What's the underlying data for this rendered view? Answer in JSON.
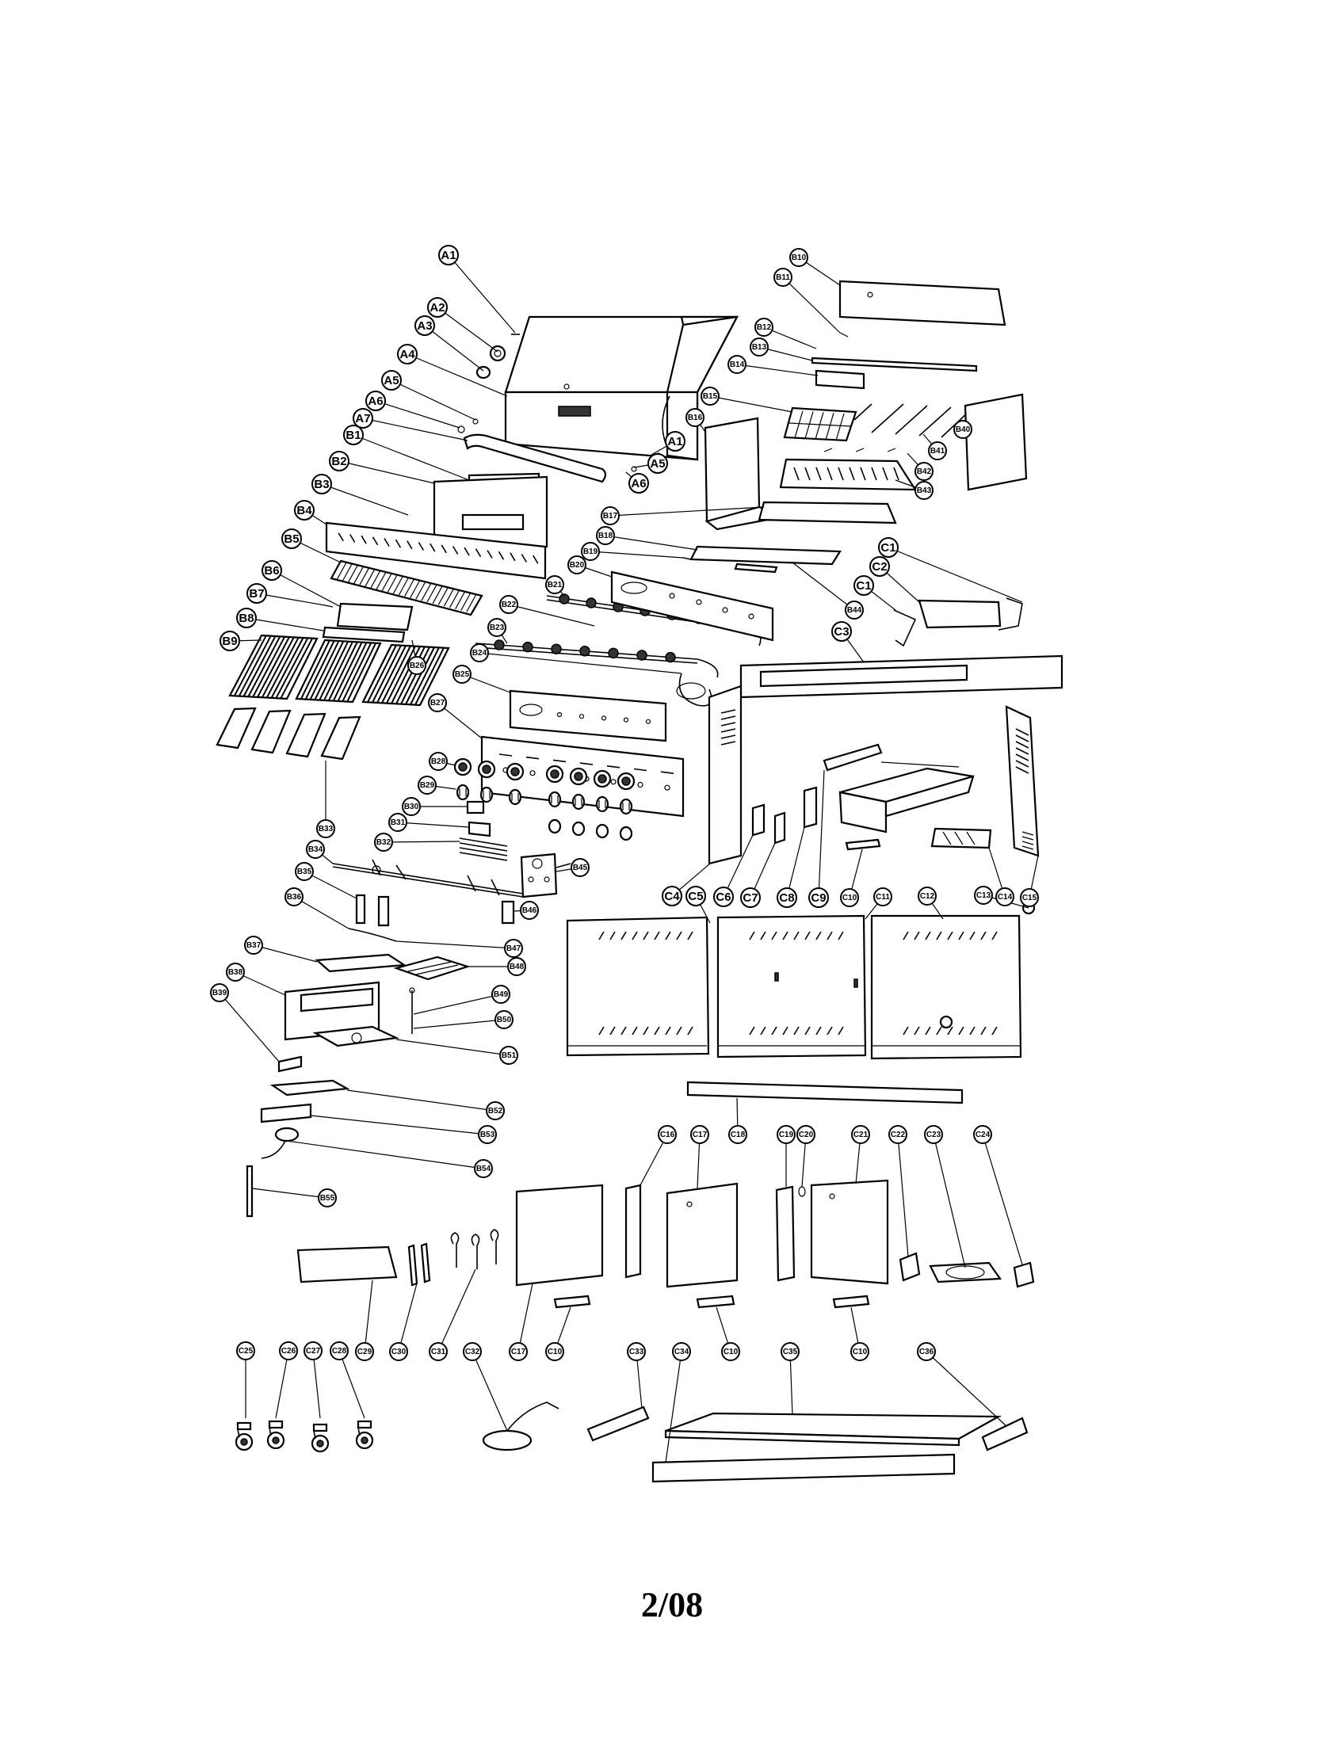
{
  "footer": {
    "text": "2/08"
  },
  "callouts": [
    {
      "id": "A1",
      "label": "A1",
      "size": "lg"
    },
    {
      "id": "A2",
      "label": "A2",
      "size": "lg"
    },
    {
      "id": "A3",
      "label": "A3",
      "size": "lg"
    },
    {
      "id": "A4",
      "label": "A4",
      "size": "lg"
    },
    {
      "id": "A5a",
      "label": "A5",
      "size": "lg"
    },
    {
      "id": "A6a",
      "label": "A6",
      "size": "lg"
    },
    {
      "id": "A7",
      "label": "A7",
      "size": "lg"
    },
    {
      "id": "A1b",
      "label": "A1",
      "size": "lg"
    },
    {
      "id": "A5b",
      "label": "A5",
      "size": "lg"
    },
    {
      "id": "A6b",
      "label": "A6",
      "size": "lg"
    },
    {
      "id": "B1",
      "label": "B1",
      "size": "lg"
    },
    {
      "id": "B2",
      "label": "B2",
      "size": "lg"
    },
    {
      "id": "B3",
      "label": "B3",
      "size": "lg"
    },
    {
      "id": "B4",
      "label": "B4",
      "size": "lg"
    },
    {
      "id": "B5",
      "label": "B5",
      "size": "lg"
    },
    {
      "id": "B6",
      "label": "B6",
      "size": "lg"
    },
    {
      "id": "B7",
      "label": "B7",
      "size": "lg"
    },
    {
      "id": "B8",
      "label": "B8",
      "size": "lg"
    },
    {
      "id": "B9",
      "label": "B9",
      "size": "lg"
    },
    {
      "id": "B10",
      "label": "B10",
      "size": "sm"
    },
    {
      "id": "B11",
      "label": "B11",
      "size": "sm"
    },
    {
      "id": "B12",
      "label": "B12",
      "size": "sm"
    },
    {
      "id": "B13",
      "label": "B13",
      "size": "sm"
    },
    {
      "id": "B14",
      "label": "B14",
      "size": "sm"
    },
    {
      "id": "B15",
      "label": "B15",
      "size": "sm"
    },
    {
      "id": "B16",
      "label": "B16",
      "size": "sm"
    },
    {
      "id": "B17",
      "label": "B17",
      "size": "sm"
    },
    {
      "id": "B18",
      "label": "B18",
      "size": "sm"
    },
    {
      "id": "B19",
      "label": "B19",
      "size": "sm"
    },
    {
      "id": "B20",
      "label": "B20",
      "size": "sm"
    },
    {
      "id": "B21",
      "label": "B21",
      "size": "sm"
    },
    {
      "id": "B22",
      "label": "B22",
      "size": "sm"
    },
    {
      "id": "B23",
      "label": "B23",
      "size": "sm"
    },
    {
      "id": "B24",
      "label": "B24",
      "size": "sm"
    },
    {
      "id": "B25",
      "label": "B25",
      "size": "sm"
    },
    {
      "id": "B26",
      "label": "B26",
      "size": "sm"
    },
    {
      "id": "B27",
      "label": "B27",
      "size": "sm"
    },
    {
      "id": "B28",
      "label": "B28",
      "size": "sm"
    },
    {
      "id": "B29",
      "label": "B29",
      "size": "sm"
    },
    {
      "id": "B30",
      "label": "B30",
      "size": "sm"
    },
    {
      "id": "B31",
      "label": "B31",
      "size": "sm"
    },
    {
      "id": "B32",
      "label": "B32",
      "size": "sm"
    },
    {
      "id": "B33",
      "label": "B33",
      "size": "sm"
    },
    {
      "id": "B34",
      "label": "B34",
      "size": "sm"
    },
    {
      "id": "B35",
      "label": "B35",
      "size": "sm"
    },
    {
      "id": "B36",
      "label": "B36",
      "size": "sm"
    },
    {
      "id": "B37",
      "label": "B37",
      "size": "sm"
    },
    {
      "id": "B38",
      "label": "B38",
      "size": "sm"
    },
    {
      "id": "B39",
      "label": "B39",
      "size": "sm"
    },
    {
      "id": "B40",
      "label": "B40",
      "size": "sm"
    },
    {
      "id": "B41",
      "label": "B41",
      "size": "sm"
    },
    {
      "id": "B42",
      "label": "B42",
      "size": "sm"
    },
    {
      "id": "B43",
      "label": "B43",
      "size": "sm"
    },
    {
      "id": "B44",
      "label": "B44",
      "size": "sm"
    },
    {
      "id": "B45",
      "label": "B45",
      "size": "sm"
    },
    {
      "id": "B46",
      "label": "B46",
      "size": "sm"
    },
    {
      "id": "B47",
      "label": "B47",
      "size": "sm"
    },
    {
      "id": "B48",
      "label": "B48",
      "size": "sm"
    },
    {
      "id": "B49",
      "label": "B49",
      "size": "sm"
    },
    {
      "id": "B50",
      "label": "B50",
      "size": "sm"
    },
    {
      "id": "B51",
      "label": "B51",
      "size": "sm"
    },
    {
      "id": "B52",
      "label": "B52",
      "size": "sm"
    },
    {
      "id": "B53",
      "label": "B53",
      "size": "sm"
    },
    {
      "id": "B54",
      "label": "B54",
      "size": "sm"
    },
    {
      "id": "B55",
      "label": "B55",
      "size": "sm"
    },
    {
      "id": "C1a",
      "label": "C1",
      "size": "lg"
    },
    {
      "id": "C2",
      "label": "C2",
      "size": "lg"
    },
    {
      "id": "C1b",
      "label": "C1",
      "size": "lg"
    },
    {
      "id": "C3",
      "label": "C3",
      "size": "lg"
    },
    {
      "id": "C4",
      "label": "C4",
      "size": "lg"
    },
    {
      "id": "C5",
      "label": "C5",
      "size": "lg"
    },
    {
      "id": "C6",
      "label": "C6",
      "size": "lg"
    },
    {
      "id": "C7",
      "label": "C7",
      "size": "lg"
    },
    {
      "id": "C8",
      "label": "C8",
      "size": "lg"
    },
    {
      "id": "C9",
      "label": "C9",
      "size": "lg"
    },
    {
      "id": "C10a",
      "label": "C10",
      "size": "sm"
    },
    {
      "id": "C11",
      "label": "C11",
      "size": "sm"
    },
    {
      "id": "C12",
      "label": "C12",
      "size": "sm"
    },
    {
      "id": "C13",
      "label": "C13",
      "size": "sm"
    },
    {
      "id": "C14",
      "label": "C14",
      "size": "sm"
    },
    {
      "id": "C15",
      "label": "C15",
      "size": "sm"
    },
    {
      "id": "C16",
      "label": "C16",
      "size": "sm"
    },
    {
      "id": "C17a",
      "label": "C17",
      "size": "sm"
    },
    {
      "id": "C18",
      "label": "C18",
      "size": "sm"
    },
    {
      "id": "C19",
      "label": "C19",
      "size": "sm"
    },
    {
      "id": "C20",
      "label": "C20",
      "size": "sm"
    },
    {
      "id": "C21",
      "label": "C21",
      "size": "sm"
    },
    {
      "id": "C22",
      "label": "C22",
      "size": "sm"
    },
    {
      "id": "C23",
      "label": "C23",
      "size": "sm"
    },
    {
      "id": "C24",
      "label": "C24",
      "size": "sm"
    },
    {
      "id": "C25",
      "label": "C25",
      "size": "sm"
    },
    {
      "id": "C26",
      "label": "C26",
      "size": "sm"
    },
    {
      "id": "C27",
      "label": "C27",
      "size": "sm"
    },
    {
      "id": "C28",
      "label": "C28",
      "size": "sm"
    },
    {
      "id": "C29",
      "label": "C29",
      "size": "sm"
    },
    {
      "id": "C30",
      "label": "C30",
      "size": "sm"
    },
    {
      "id": "C31",
      "label": "C31",
      "size": "sm"
    },
    {
      "id": "C32",
      "label": "C32",
      "size": "sm"
    },
    {
      "id": "C17b",
      "label": "C17",
      "size": "sm"
    },
    {
      "id": "C10b",
      "label": "C10",
      "size": "sm"
    },
    {
      "id": "C33",
      "label": "C33",
      "size": "sm"
    },
    {
      "id": "C34",
      "label": "C34",
      "size": "sm"
    },
    {
      "id": "C10c",
      "label": "C10",
      "size": "sm"
    },
    {
      "id": "C35",
      "label": "C35",
      "size": "sm"
    },
    {
      "id": "C10d",
      "label": "C10",
      "size": "sm"
    },
    {
      "id": "C36",
      "label": "C36",
      "size": "sm"
    }
  ]
}
